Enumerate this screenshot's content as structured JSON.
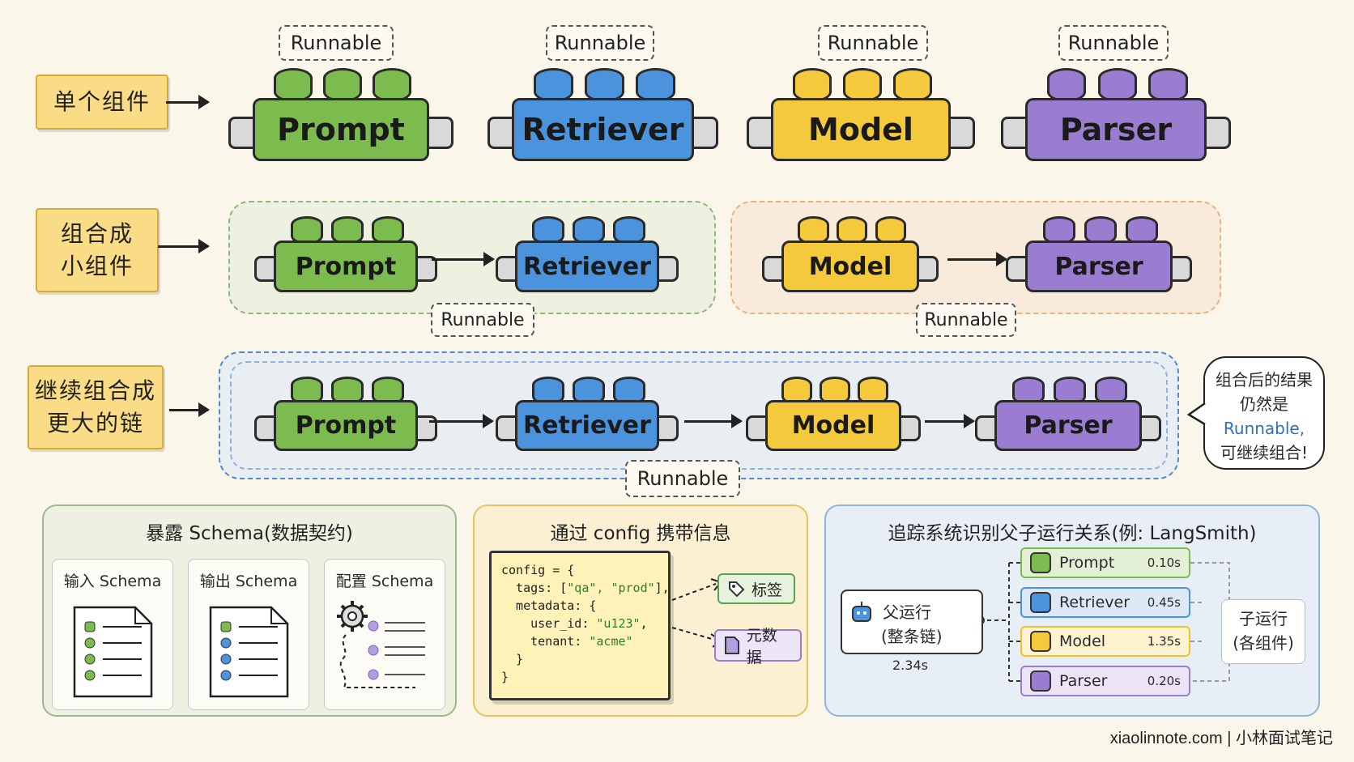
{
  "rows": {
    "single": {
      "label": [
        "单个组件"
      ]
    },
    "small": {
      "label": [
        "组合成",
        "小组件"
      ]
    },
    "large": {
      "label": [
        "继续组合成",
        "更大的链"
      ]
    }
  },
  "runnable_tag": "Runnable",
  "components": {
    "prompt": "Prompt",
    "retriever": "Retriever",
    "model": "Model",
    "parser": "Parser"
  },
  "callout": {
    "line1": "组合后的结果",
    "line2": "仍然是",
    "highlight": "Runnable,",
    "line4": "可继续组合!"
  },
  "schema_panel": {
    "title": "暴露 Schema(数据契约)",
    "cards": [
      "输入 Schema",
      "输出 Schema",
      "配置 Schema"
    ]
  },
  "config_panel": {
    "title": "通过 config 携带信息",
    "code": {
      "l1": "config = {",
      "l2a": "  tags: [",
      "l2s": "\"qa\", \"prod\"",
      "l2b": "],",
      "l3": "  metadata: {",
      "l4a": "    user_id: ",
      "l4s": "\"u123\"",
      "l4b": ",",
      "l5a": "    tenant: ",
      "l5s": "\"acme\"",
      "l6": "  }",
      "l7": "}"
    },
    "tag_chip": "标签",
    "meta_chip": "元数据"
  },
  "trace_panel": {
    "title": "追踪系统识别父子运行关系(例: LangSmith)",
    "parent": {
      "line1": "父运行",
      "line2": "(整条链)",
      "time": "2.34s"
    },
    "children": [
      {
        "name": "Prompt",
        "time": "0.10s"
      },
      {
        "name": "Retriever",
        "time": "0.45s"
      },
      {
        "name": "Model",
        "time": "1.35s"
      },
      {
        "name": "Parser",
        "time": "0.20s"
      }
    ],
    "child_label": {
      "line1": "子运行",
      "line2": "(各组件)"
    }
  },
  "footer": "xiaolinnote.com | 小林面试笔记",
  "colors": {
    "green": "#7cbc4e",
    "blue": "#4b93dd",
    "yellow": "#f5c93c",
    "purple": "#9a7cd0",
    "label_bg": "#fbdc86",
    "highlight_text": "#2f6fc0"
  }
}
